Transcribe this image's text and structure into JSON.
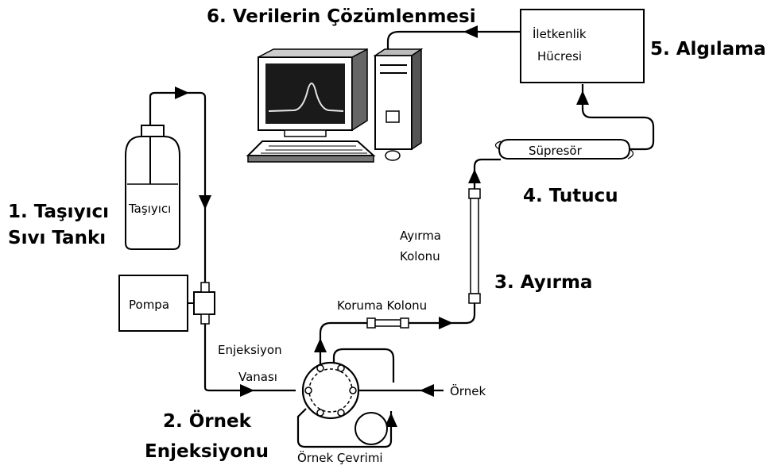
{
  "steps": {
    "s1_line1": "1. Taşıyıcı",
    "s1_line2": "Sıvı Tankı",
    "s2_line1": "2. Örnek",
    "s2_line2": "Enjeksiyonu",
    "s3": "3. Ayırma",
    "s4": "4. Tutucu",
    "s5": "5. Algılama",
    "s6": "6. Verilerin Çözümlenmesi"
  },
  "labels": {
    "carrier": "Taşıyıcı",
    "pump": "Pompa",
    "injection_line1": "Enjeksiyon",
    "injection_line2": "Vanası",
    "sample": "Örnek",
    "sample_loop": "Örnek Çevrimi",
    "guard_column": "Koruma Kolonu",
    "sep_line1": "Ayırma",
    "sep_line2": "Kolonu",
    "suppressor": "Süpresör",
    "cell_line1": "İletkenlik",
    "cell_line2": "Hücresi"
  },
  "colors": {
    "ink": "#000000",
    "paper": "#ffffff",
    "screen": "#1a1a1a",
    "trace": "#e6e6e6"
  }
}
